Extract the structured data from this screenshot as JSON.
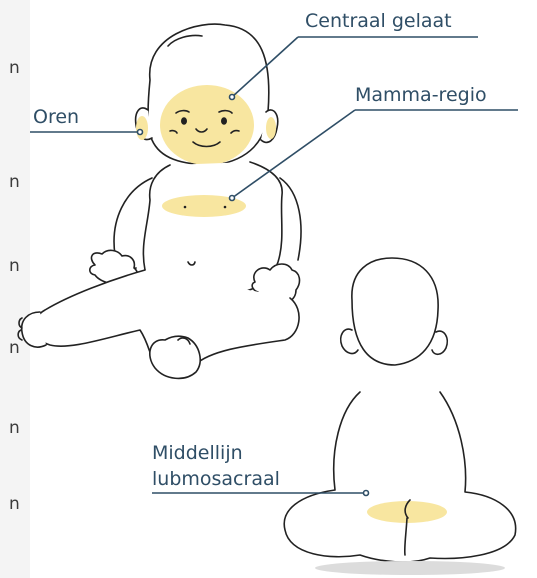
{
  "labels": {
    "central_face": "Centraal gelaat",
    "mamma_region": "Mamma-regio",
    "ears": "Oren",
    "midline_line1": "Middellijn",
    "midline_line2": "lubmosacraal"
  },
  "side_letters": [
    "n",
    "n",
    "n",
    "n",
    "n",
    "n"
  ],
  "colors": {
    "highlight": "#f8e6a0",
    "leader_line": "#2f4e66",
    "outline": "#222222",
    "shadow": "#dcdcdc"
  }
}
